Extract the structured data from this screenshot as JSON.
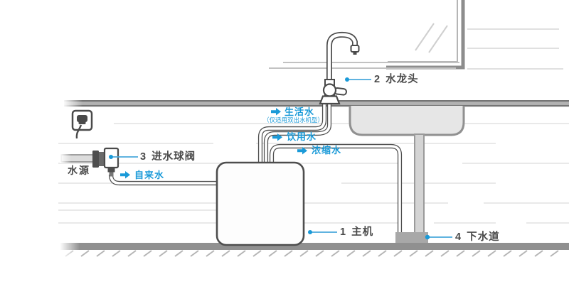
{
  "colors": {
    "accent_blue": "#1a9ad8",
    "outline_dark": "#4a4a4a",
    "counter_gray": "#adadad",
    "floor_gray": "#909090",
    "sink_fill": "#e6e6e6"
  },
  "callouts": {
    "main_unit": {
      "number": "1",
      "label": "主机"
    },
    "faucet": {
      "number": "2",
      "label": "水龙头"
    },
    "inlet_valve": {
      "number": "3",
      "label": "进水球阀"
    },
    "drain": {
      "number": "4",
      "label": "下水道"
    }
  },
  "flows": {
    "living_water": {
      "label": "生活水",
      "note": "（仅适用双出水机型）"
    },
    "drinking_water": {
      "label": "饮用水"
    },
    "concentrated_water": {
      "label": "浓缩水"
    },
    "tap_water": {
      "label": "自来水"
    }
  },
  "water_source": {
    "label": "水源"
  }
}
